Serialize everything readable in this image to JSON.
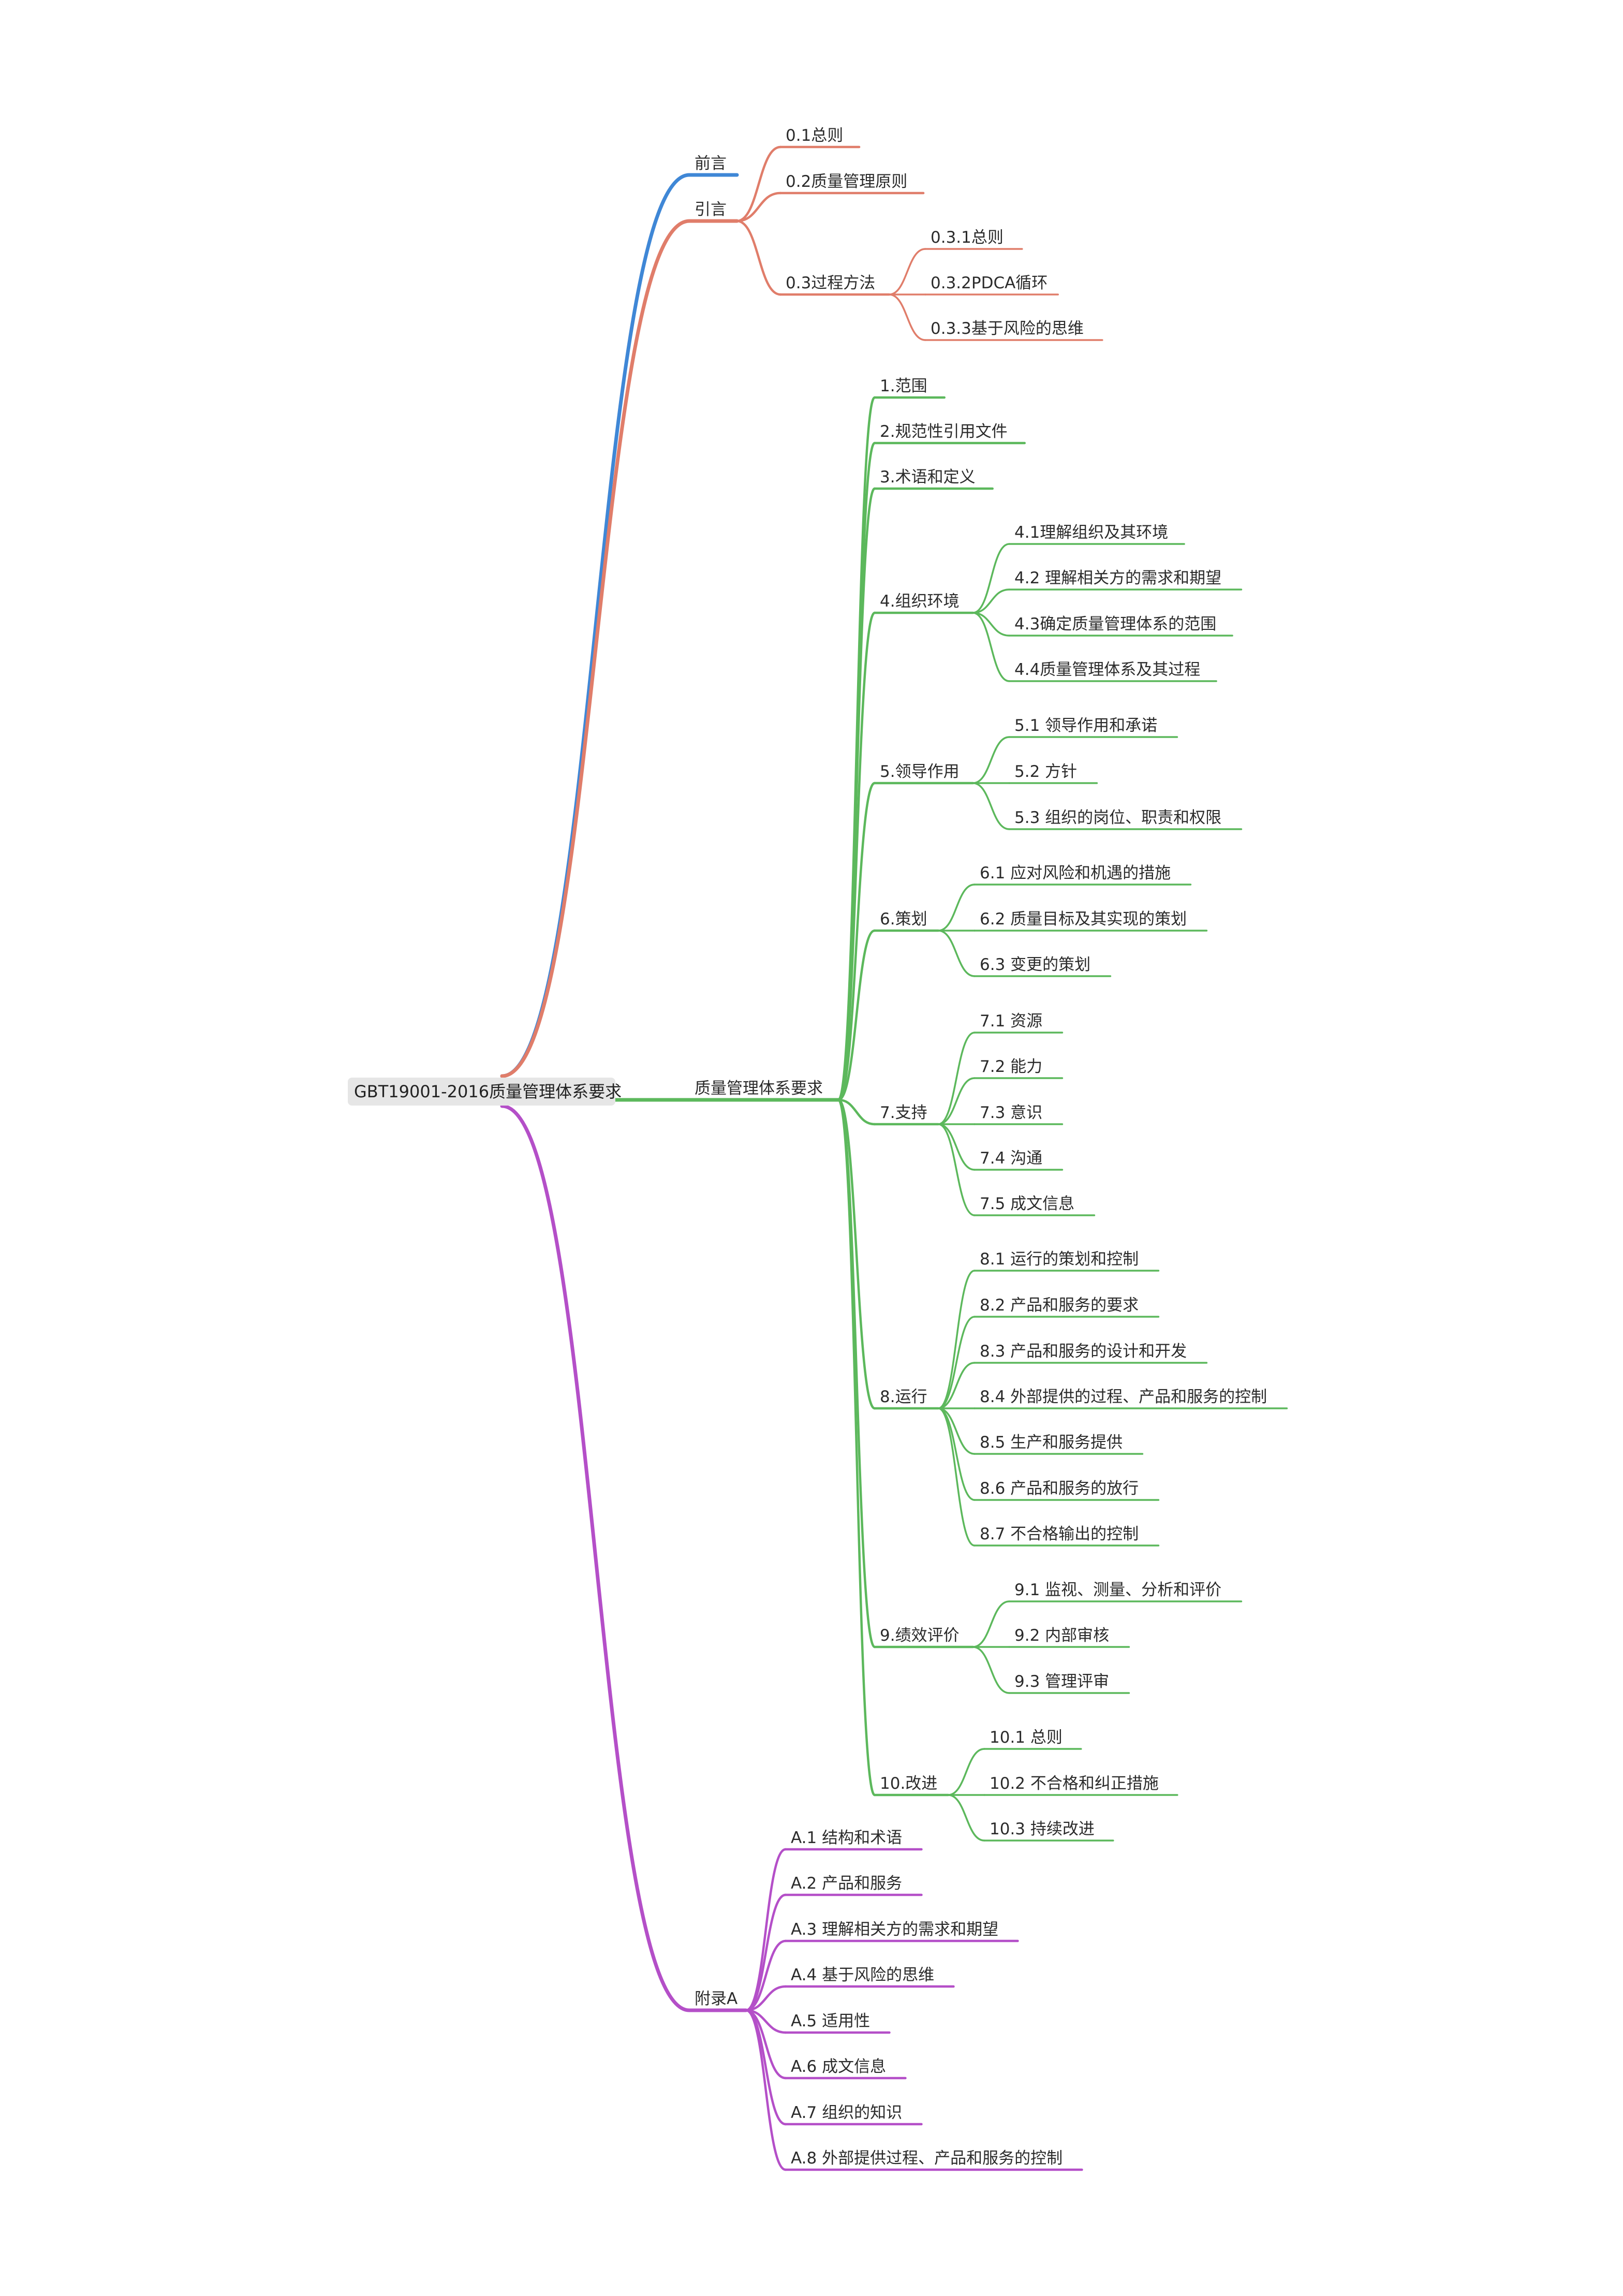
{
  "root": "GBT19001-2016质量管理体系要求",
  "colors": {
    "blue": "#3f87d6",
    "salmon": "#e07d6a",
    "green": "#5cb85c",
    "purple": "#b44fc8"
  },
  "branches": [
    {
      "label": "前言",
      "color": "blue",
      "children": []
    },
    {
      "label": "引言",
      "color": "salmon",
      "children": [
        {
          "label": "0.1总则",
          "children": []
        },
        {
          "label": "0.2质量管理原则",
          "children": []
        },
        {
          "label": "0.3过程方法",
          "children": [
            {
              "label": "0.3.1总则"
            },
            {
              "label": "0.3.2PDCA循环"
            },
            {
              "label": "0.3.3基于风险的思维"
            }
          ]
        }
      ]
    },
    {
      "label": "质量管理体系要求",
      "color": "green",
      "children": [
        {
          "label": "1.范围",
          "children": []
        },
        {
          "label": "2.规范性引用文件",
          "children": []
        },
        {
          "label": "3.术语和定义",
          "children": []
        },
        {
          "label": "4.组织环境",
          "children": [
            {
              "label": "4.1理解组织及其环境"
            },
            {
              "label": "4.2 理解相关方的需求和期望"
            },
            {
              "label": "4.3确定质量管理体系的范围"
            },
            {
              "label": "4.4质量管理体系及其过程"
            }
          ]
        },
        {
          "label": "5.领导作用",
          "children": [
            {
              "label": "5.1 领导作用和承诺"
            },
            {
              "label": "5.2 方针"
            },
            {
              "label": "5.3 组织的岗位、职责和权限"
            }
          ]
        },
        {
          "label": "6.策划",
          "children": [
            {
              "label": "6.1 应对风险和机遇的措施"
            },
            {
              "label": "6.2 质量目标及其实现的策划"
            },
            {
              "label": "6.3 变更的策划"
            }
          ]
        },
        {
          "label": "7.支持",
          "children": [
            {
              "label": "7.1 资源"
            },
            {
              "label": "7.2 能力"
            },
            {
              "label": "7.3 意识"
            },
            {
              "label": "7.4 沟通"
            },
            {
              "label": "7.5 成文信息"
            }
          ]
        },
        {
          "label": "8.运行",
          "children": [
            {
              "label": "8.1 运行的策划和控制"
            },
            {
              "label": "8.2 产品和服务的要求"
            },
            {
              "label": "8.3 产品和服务的设计和开发"
            },
            {
              "label": "8.4 外部提供的过程、产品和服务的控制"
            },
            {
              "label": "8.5 生产和服务提供"
            },
            {
              "label": "8.6 产品和服务的放行"
            },
            {
              "label": "8.7 不合格输出的控制"
            }
          ]
        },
        {
          "label": "9.绩效评价",
          "children": [
            {
              "label": "9.1 监视、测量、分析和评价"
            },
            {
              "label": "9.2 内部审核"
            },
            {
              "label": "9.3 管理评审"
            }
          ]
        },
        {
          "label": "10.改进",
          "children": [
            {
              "label": "10.1 总则"
            },
            {
              "label": "10.2 不合格和纠正措施"
            },
            {
              "label": "10.3 持续改进"
            }
          ]
        }
      ]
    },
    {
      "label": "附录A",
      "color": "purple",
      "children": [
        {
          "label": "A.1 结构和术语",
          "children": []
        },
        {
          "label": "A.2 产品和服务",
          "children": []
        },
        {
          "label": "A.3 理解相关方的需求和期望",
          "children": []
        },
        {
          "label": "A.4 基于风险的思维",
          "children": []
        },
        {
          "label": "A.5 适用性",
          "children": []
        },
        {
          "label": "A.6 成文信息",
          "children": []
        },
        {
          "label": "A.7 组织的知识",
          "children": []
        },
        {
          "label": "A.8 外部提供过程、产品和服务的控制",
          "children": []
        }
      ]
    }
  ]
}
